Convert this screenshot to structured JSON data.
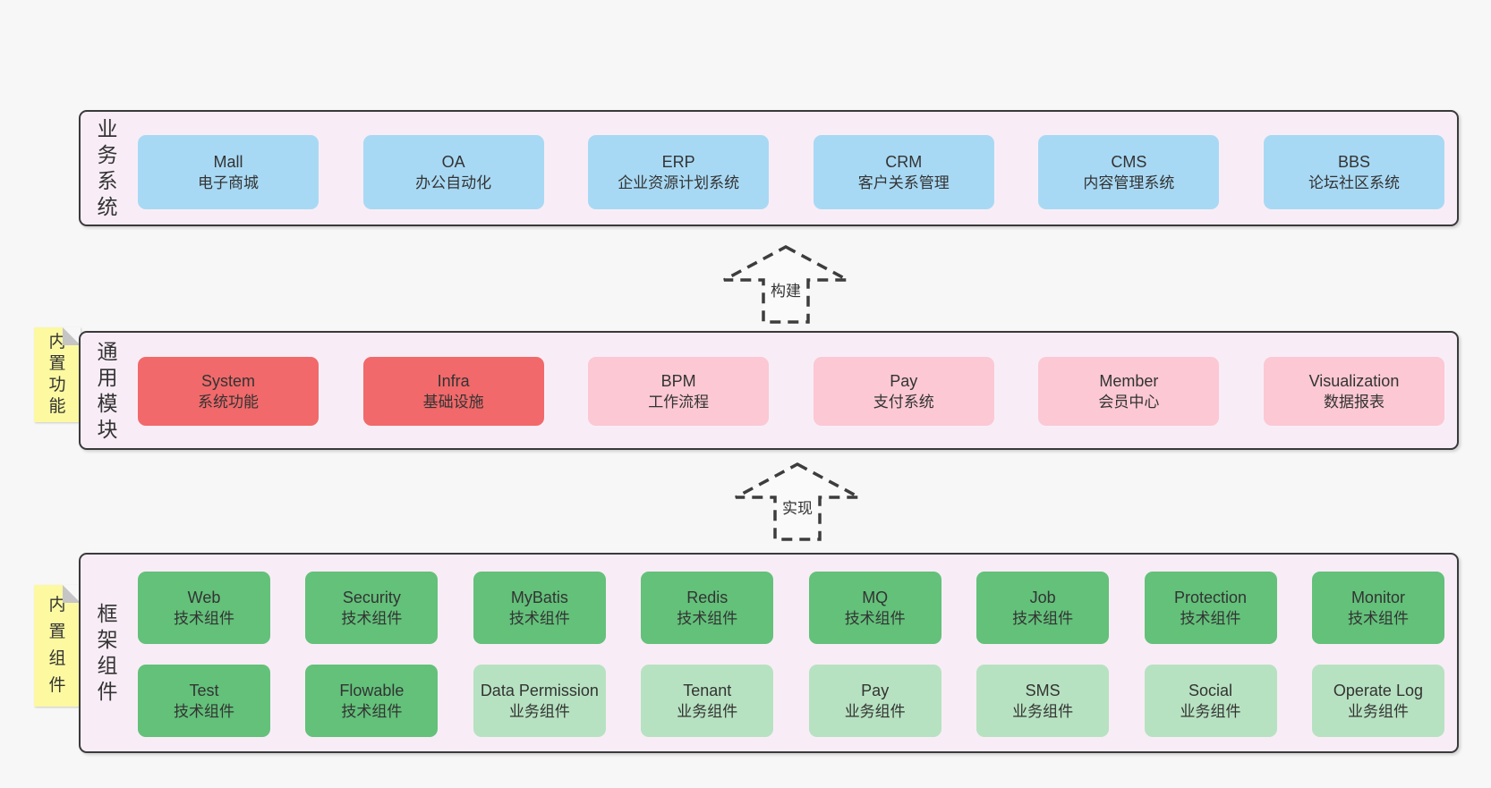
{
  "colors": {
    "page_bg": "#f7f7f7",
    "band_bg": "#f8edf6",
    "band_border": "#3a3a3a",
    "node_blue": "#a8d9f4",
    "node_red": "#f1696a",
    "node_pink": "#fbc8d3",
    "node_green": "#63c17a",
    "node_green_light": "#b7e2c1",
    "sticky_yellow": "#fcf9a1",
    "sticky_fold": "#c5c5c5",
    "text": "#333333"
  },
  "arrows": [
    {
      "label": "构建"
    },
    {
      "label": "实现"
    }
  ],
  "bands": [
    {
      "id": "business-systems",
      "label": "业务系统",
      "rows": [
        [
          {
            "name": "Mall",
            "sub": "电子商城",
            "color": "blue"
          },
          {
            "name": "OA",
            "sub": "办公自动化",
            "color": "blue"
          },
          {
            "name": "ERP",
            "sub": "企业资源计划系统",
            "color": "blue"
          },
          {
            "name": "CRM",
            "sub": "客户关系管理",
            "color": "blue"
          },
          {
            "name": "CMS",
            "sub": "内容管理系统",
            "color": "blue"
          },
          {
            "name": "BBS",
            "sub": "论坛社区系统",
            "color": "blue"
          }
        ]
      ]
    },
    {
      "id": "common-modules",
      "label": "通用模块",
      "sticky": "内置功能",
      "rows": [
        [
          {
            "name": "System",
            "sub": "系统功能",
            "color": "red"
          },
          {
            "name": "Infra",
            "sub": "基础设施",
            "color": "red"
          },
          {
            "name": "BPM",
            "sub": "工作流程",
            "color": "pink"
          },
          {
            "name": "Pay",
            "sub": "支付系统",
            "color": "pink"
          },
          {
            "name": "Member",
            "sub": "会员中心",
            "color": "pink"
          },
          {
            "name": "Visualization",
            "sub": "数据报表",
            "color": "pink"
          }
        ]
      ]
    },
    {
      "id": "framework-components",
      "label": "框架组件",
      "sticky": "内置组件",
      "rows": [
        [
          {
            "name": "Web",
            "sub": "技术组件",
            "color": "green"
          },
          {
            "name": "Security",
            "sub": "技术组件",
            "color": "green"
          },
          {
            "name": "MyBatis",
            "sub": "技术组件",
            "color": "green"
          },
          {
            "name": "Redis",
            "sub": "技术组件",
            "color": "green"
          },
          {
            "name": "MQ",
            "sub": "技术组件",
            "color": "green"
          },
          {
            "name": "Job",
            "sub": "技术组件",
            "color": "green"
          },
          {
            "name": "Protection",
            "sub": "技术组件",
            "color": "green"
          },
          {
            "name": "Monitor",
            "sub": "技术组件",
            "color": "green"
          }
        ],
        [
          {
            "name": "Test",
            "sub": "技术组件",
            "color": "green"
          },
          {
            "name": "Flowable",
            "sub": "技术组件",
            "color": "green"
          },
          {
            "name": "Data Permission",
            "sub": "业务组件",
            "color": "green-light"
          },
          {
            "name": "Tenant",
            "sub": "业务组件",
            "color": "green-light"
          },
          {
            "name": "Pay",
            "sub": "业务组件",
            "color": "green-light"
          },
          {
            "name": "SMS",
            "sub": "业务组件",
            "color": "green-light"
          },
          {
            "name": "Social",
            "sub": "业务组件",
            "color": "green-light"
          },
          {
            "name": "Operate Log",
            "sub": "业务组件",
            "color": "green-light"
          }
        ]
      ]
    }
  ]
}
